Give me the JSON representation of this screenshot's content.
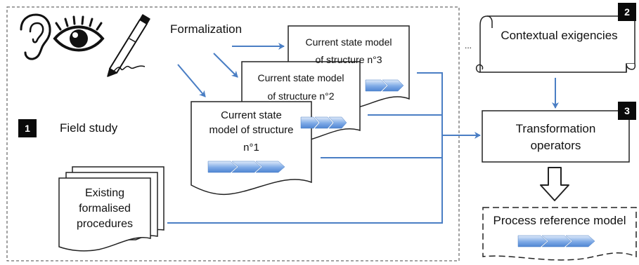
{
  "field_study": {
    "badge": "1",
    "label": "Field study",
    "formalization_label": "Formalization",
    "icons": [
      "ear-icon",
      "eye-icon",
      "pen-icon"
    ]
  },
  "models": [
    {
      "line1": "Current state model",
      "line2": "of structure n°3"
    },
    {
      "line1": "Current state model",
      "line2": "of structure n°2"
    },
    {
      "line1": "Current state",
      "line2": "model of structure",
      "line3": "n°1"
    }
  ],
  "existing_procedures": {
    "line1": "Existing",
    "line2": "formalised",
    "line3": "procedures"
  },
  "contextual": {
    "badge": "2",
    "label": "Contextual exigencies",
    "ellipsis": "..."
  },
  "transformation": {
    "badge": "3",
    "line1": "Transformation",
    "line2": "operators"
  },
  "reference_model": {
    "label": "Process reference model"
  },
  "colors": {
    "arrow": "#4a7ec4",
    "chevron_light": "#c9dcf3",
    "chevron_dark": "#5b93d9",
    "badge": "#0a0a0a"
  }
}
